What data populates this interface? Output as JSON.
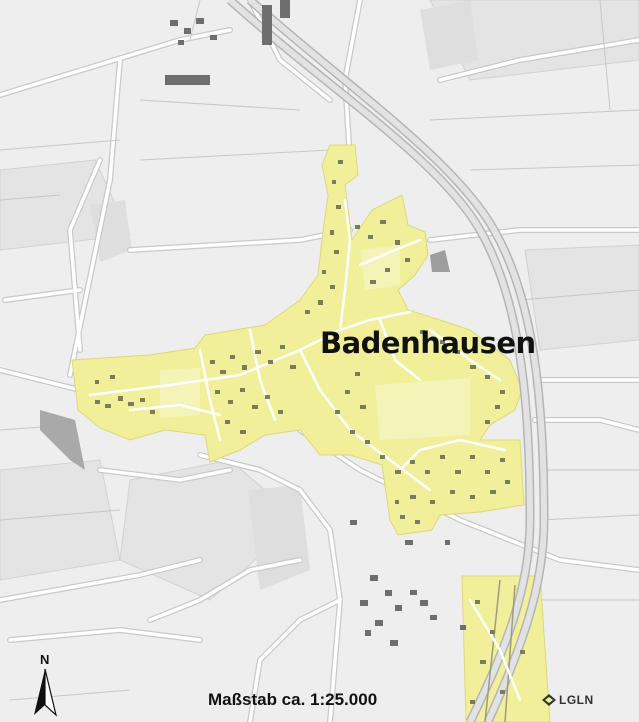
{
  "map": {
    "place_label": "Badenhausen",
    "scale_label": "Maßstab ca. 1:25.000",
    "north_label": "N",
    "logo_text": "LGLN"
  },
  "colors": {
    "background": "#eeeeee",
    "settlement_fill": "#f1ef9a",
    "buildings": "#7b7b5e",
    "roads": "#ffffff",
    "road_casing": "#c9c9c9",
    "motorway": "#bcbcbc",
    "text": "#111111"
  },
  "icons": {
    "north": "north-arrow-icon",
    "logo": "lgln-logo-icon"
  }
}
